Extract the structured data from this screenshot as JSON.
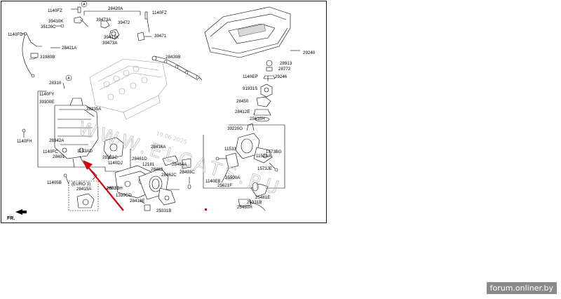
{
  "watermark": {
    "text": "WWW.ELCATS.RU",
    "date": "10.06.2025"
  },
  "orientation_label": "FR.",
  "circle_label": "A",
  "euro_note": "(EURO 3)",
  "footer": "forum.onliner.by",
  "labels": [
    {
      "id": "l1",
      "text": "1140FZ"
    },
    {
      "id": "l2",
      "text": "39410K"
    },
    {
      "id": "l3",
      "text": "35120C"
    },
    {
      "id": "l4",
      "text": "1140FD"
    },
    {
      "id": "l5",
      "text": "28421A"
    },
    {
      "id": "l6",
      "text": "31980B"
    },
    {
      "id": "l7",
      "text": "28420A"
    },
    {
      "id": "l8",
      "text": "1140FZ"
    },
    {
      "id": "l9",
      "text": "39473A"
    },
    {
      "id": "l10",
      "text": "39472"
    },
    {
      "id": "l11",
      "text": "39413K"
    },
    {
      "id": "l12",
      "text": "39473A"
    },
    {
      "id": "l13",
      "text": "39471"
    },
    {
      "id": "l14",
      "text": "28430B"
    },
    {
      "id": "l15",
      "text": "29240"
    },
    {
      "id": "l16",
      "text": "28913"
    },
    {
      "id": "l17",
      "text": "28772"
    },
    {
      "id": "l18",
      "text": "1140EP"
    },
    {
      "id": "l19",
      "text": "29246"
    },
    {
      "id": "l20",
      "text": "91931S"
    },
    {
      "id": "l21",
      "text": "28450"
    },
    {
      "id": "l22",
      "text": "28412E"
    },
    {
      "id": "l23",
      "text": "25610H"
    },
    {
      "id": "l24",
      "text": "28310"
    },
    {
      "id": "l25",
      "text": "1140FY"
    },
    {
      "id": "l26",
      "text": "39300E"
    },
    {
      "id": "l27",
      "text": "28335A"
    },
    {
      "id": "l28",
      "text": "1140FH"
    },
    {
      "id": "l29",
      "text": "28342A"
    },
    {
      "id": "l30",
      "text": "1140FC"
    },
    {
      "id": "l31",
      "text": "28491"
    },
    {
      "id": "l32",
      "text": "1153AD"
    },
    {
      "id": "l33",
      "text": "28381C"
    },
    {
      "id": "l34",
      "text": "1140DJ"
    },
    {
      "id": "l35",
      "text": "28416A"
    },
    {
      "id": "l36",
      "text": "28461D"
    },
    {
      "id": "l37",
      "text": "12181"
    },
    {
      "id": "l38",
      "text": "28463"
    },
    {
      "id": "l39",
      "text": "28464A"
    },
    {
      "id": "l40",
      "text": "28462C"
    },
    {
      "id": "l41",
      "text": "28493C"
    },
    {
      "id": "l42",
      "text": "39220G"
    },
    {
      "id": "l43",
      "text": "11533"
    },
    {
      "id": "l44",
      "text": "1573BG"
    },
    {
      "id": "l45",
      "text": "1152AA"
    },
    {
      "id": "l46",
      "text": "1573JE"
    },
    {
      "id": "l47",
      "text": "1140EB"
    },
    {
      "id": "l48",
      "text": "25500A"
    },
    {
      "id": "l49",
      "text": "25621F"
    },
    {
      "id": "l50",
      "text": "11405B"
    },
    {
      "id": "l51",
      "text": "28415A"
    },
    {
      "id": "l52",
      "text": "28527"
    },
    {
      "id": "l53",
      "text": "1601DH"
    },
    {
      "id": "l54",
      "text": "1339CD"
    },
    {
      "id": "l55",
      "text": "28418E"
    },
    {
      "id": "l56",
      "text": "25331B"
    },
    {
      "id": "l57",
      "text": "25481E"
    },
    {
      "id": "l58",
      "text": "25331B"
    },
    {
      "id": "l59",
      "text": "25480H"
    }
  ],
  "colors": {
    "arrow": "#d9000e",
    "line": "#000000",
    "watermark": "#b8b8b8",
    "footer_bg": "#8a8a8a"
  }
}
